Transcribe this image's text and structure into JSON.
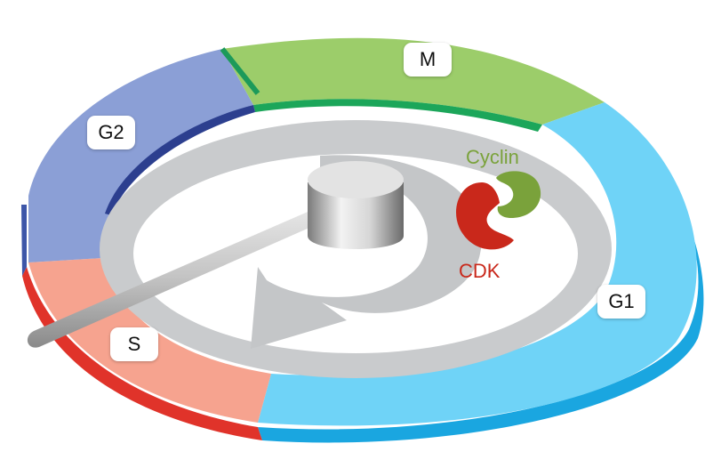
{
  "phases": {
    "m": "M",
    "g1": "G1",
    "s": "S",
    "g2": "G2"
  },
  "molecules": {
    "cyclin": "Cyclin",
    "cdk": "CDK"
  },
  "colors": {
    "m": "#9ccd6a",
    "g1": "#6fd3f7",
    "s": "#f6a38f",
    "g2": "#8b9fd6",
    "disk": "#c9cbcd",
    "cyclin": "#7aa23b",
    "cdk": "#c9281b"
  }
}
